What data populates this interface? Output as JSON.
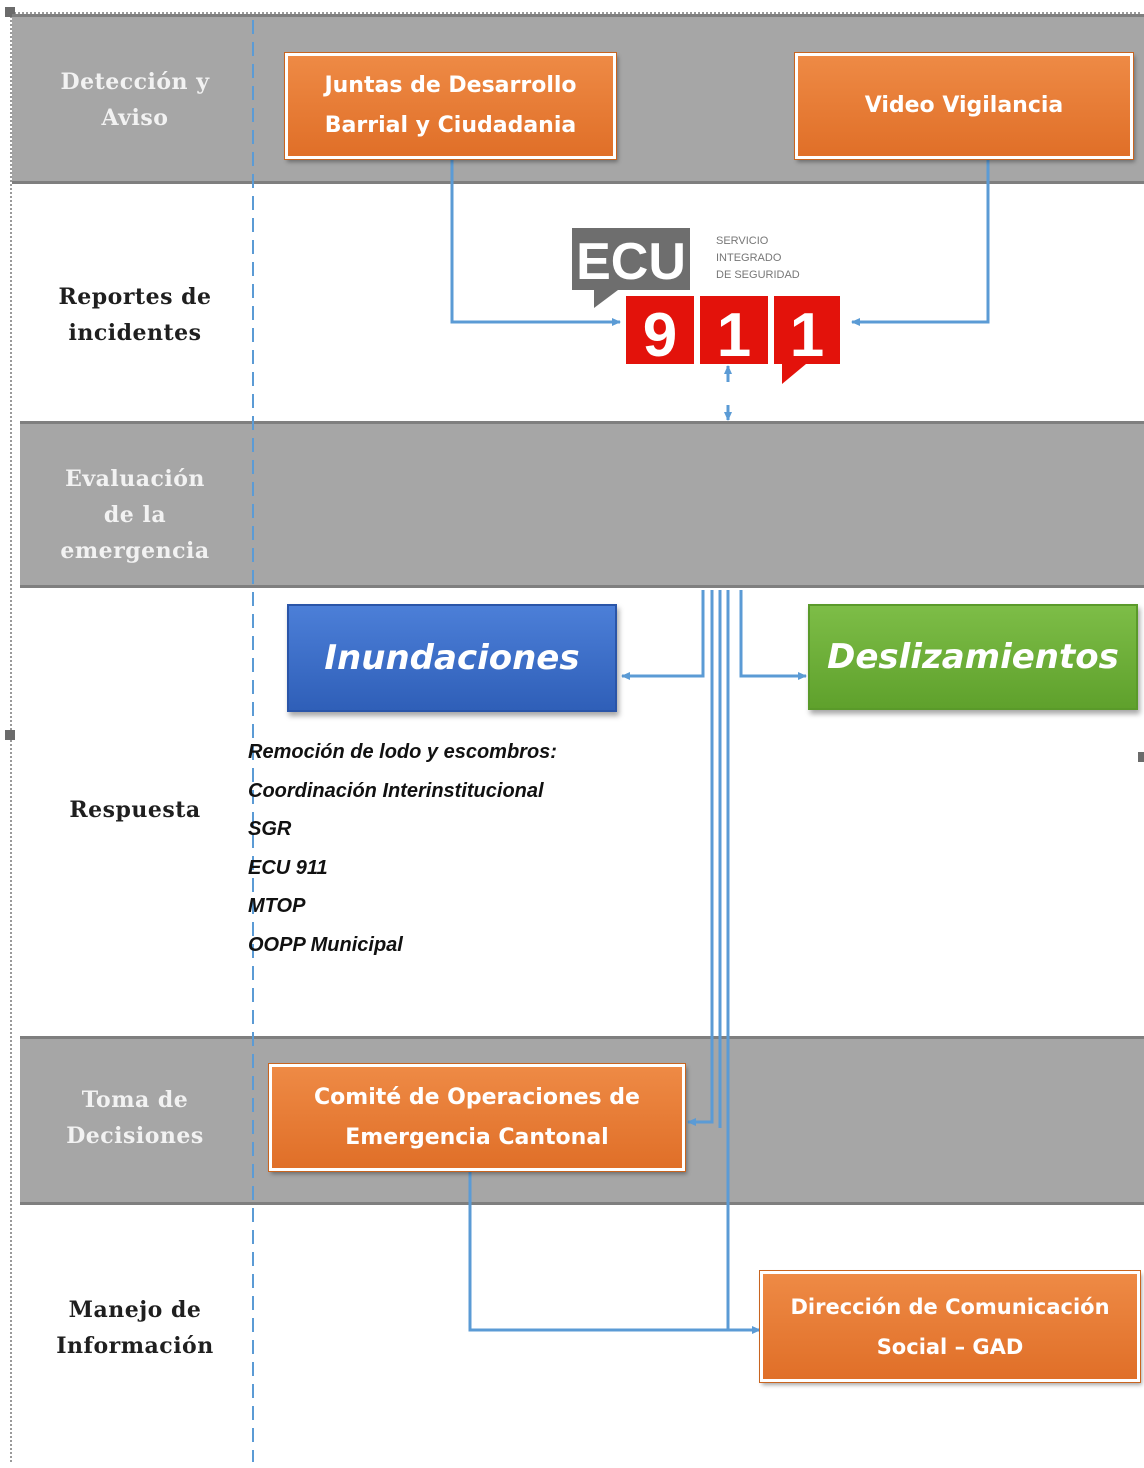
{
  "lanes": {
    "deteccion": "Detección y\nAviso",
    "reportes": "Reportes de\nincidentes",
    "evaluacion": "Evaluación\nde la\nemergencia",
    "respuesta": "Respuesta",
    "toma": "Toma de\nDecisiones",
    "manejo": "Manejo de\nInformación"
  },
  "boxes": {
    "juntas": "Juntas de Desarrollo\nBarrial y Ciudadania",
    "video": "Video Vigilancia",
    "inundaciones": "Inundaciones",
    "deslizamientos": "Deslizamientos",
    "comite": "Comité de Operaciones de\nEmergencia Cantonal",
    "direccion": "Dirección de Comunicación\nSocial – GAD"
  },
  "logo": {
    "ecu": "ECU",
    "tagline_1": "SERVICIO",
    "tagline_2": "INTEGRADO",
    "tagline_3": "DE SEGURIDAD",
    "digit_1": "9",
    "digit_2": "1",
    "digit_3": "1"
  },
  "respuesta_items": [
    "Remoción de lodo y escombros:",
    "Coordinación Interinstitucional",
    "SGR",
    "ECU 911",
    "MTOP",
    "OOPP Municipal"
  ],
  "colors": {
    "lane_gray": "#a6a6a6",
    "orange": "#e8792f",
    "blue": "#3a6cc8",
    "green": "#6aad36",
    "arrow": "#5b9bd5",
    "logo_gray": "#6e6e6e",
    "logo_red": "#e3120b"
  }
}
